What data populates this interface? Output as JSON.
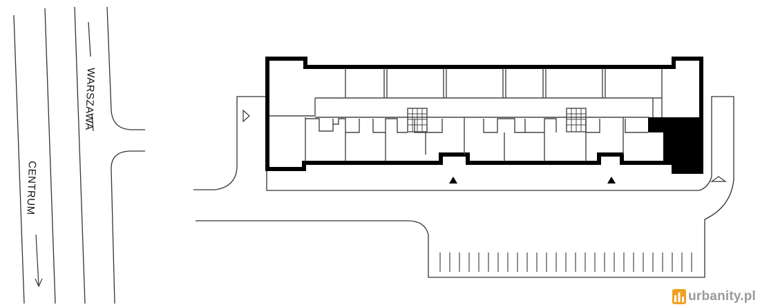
{
  "labels": {
    "street": "WARSZAWA",
    "direction": "CENTRUM"
  },
  "watermark": {
    "text": "urbanity.pl"
  },
  "colors": {
    "line": "#222222",
    "wall": "#000000",
    "watermark": "#9a9a9a",
    "logo": "#f0a020"
  }
}
